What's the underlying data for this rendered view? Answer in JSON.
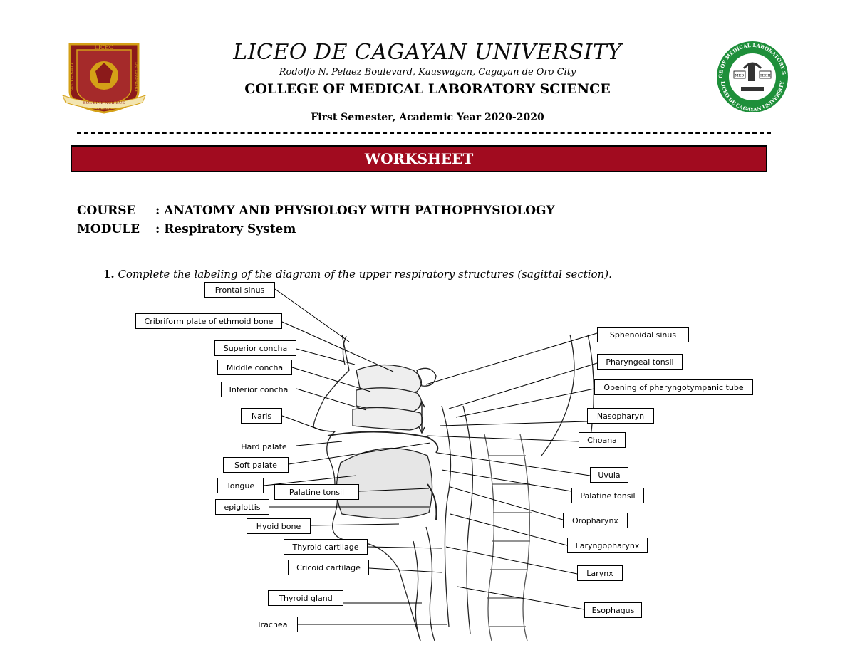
{
  "header": {
    "university": "LICEO DE CAGAYAN UNIVERSITY",
    "address": "Rodolfo N. Pelaez Boulevard, Kauswagan, Cagayan de Oro City",
    "college": "COLLEGE OF MEDICAL LABORATORY SCIENCE",
    "semester": "First Semester, Academic Year 2020-2020",
    "left_logo": {
      "top": "LICEO",
      "left": "UNIVERSITY",
      "right": "DE CAGAYAN",
      "ribbon": "SOL SINE NUBIBUS",
      "year": "MCMLV"
    },
    "right_logo": {
      "ring_top": "COLLEGE OF MEDICAL LABORATORY SCIENCE",
      "ring_bottom": "LICEO DE CAGAYAN UNIVERSITY",
      "left_tag": "MED",
      "right_tag": "TECH"
    }
  },
  "worksheet": {
    "title": "WORKSHEET"
  },
  "info": {
    "course_key": "COURSE",
    "course_value": ": ANATOMY AND PHYSIOLOGY WITH PATHOPHYSIOLOGY",
    "module_key": "MODULE",
    "module_value": ": Respiratory System"
  },
  "question": {
    "number": "1.",
    "text": "Complete the labeling of the diagram of the upper respiratory structures (sagittal section)."
  },
  "labels": {
    "frontal_sinus": "Frontal sinus",
    "cribriform": "Cribriform plate of ethmoid bone",
    "superior_concha": "Superior concha",
    "middle_concha": "Middle concha",
    "inferior_concha": "Inferior concha",
    "naris": "Naris",
    "hard_palate": "Hard palate",
    "soft_palate": "Soft palate",
    "tongue": "Tongue",
    "palatine_tonsil_left": "Palatine tonsil",
    "epiglottis": "epiglottis",
    "hyoid_bone": "Hyoid bone",
    "thyroid_cartilage": "Thyroid cartilage",
    "cricoid_cartilage": "Cricoid cartilage",
    "thyroid_gland": "Thyroid gland",
    "trachea": "Trachea",
    "sphenoidal_sinus": "Sphenoidal sinus",
    "pharyngeal_tonsil": "Pharyngeal tonsil",
    "opening_tube": "Opening of pharyngotympanic tube",
    "nasopharynx": "Nasopharyn",
    "choana": "Choana",
    "uvula": "Uvula",
    "palatine_tonsil_right": "Palatine tonsil",
    "oropharynx": "Oropharynx",
    "laryngopharynx": "Laryngopharynx",
    "larynx": "Larynx",
    "esophagus": "Esophagus"
  },
  "colors": {
    "banner": "#a10b1f",
    "logo_gold": "#d4a017",
    "logo_maroon": "#8b1a1a",
    "seal_green": "#1e8f3a"
  }
}
